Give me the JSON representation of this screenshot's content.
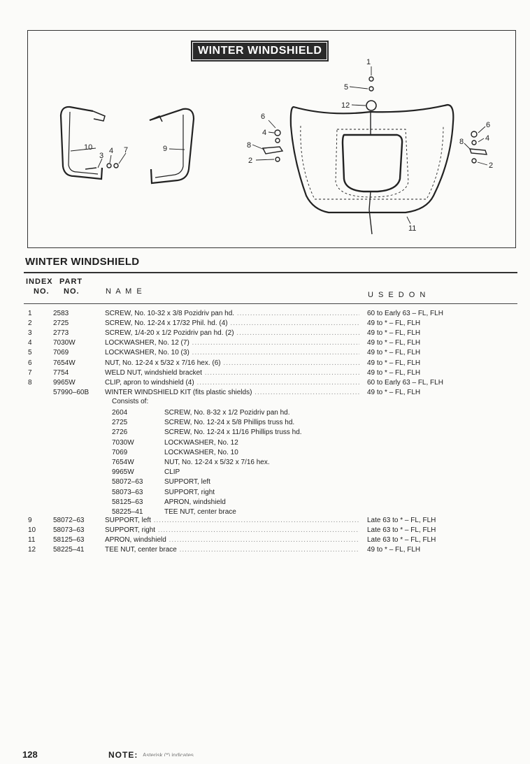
{
  "figure": {
    "title": "WINTER WINDSHIELD",
    "callouts": [
      "1",
      "5",
      "12",
      "6",
      "4",
      "8",
      "2",
      "10",
      "3",
      "4",
      "7",
      "9",
      "6",
      "8",
      "4",
      "2",
      "11"
    ]
  },
  "section_title": "WINTER WINDSHIELD",
  "header": {
    "index": "INDEX",
    "no1": "NO.",
    "part": "PART",
    "no2": "NO.",
    "name": "N A M E",
    "used": "U S E D   O N"
  },
  "rows": [
    {
      "idx": "1",
      "part": "2583",
      "name": "SCREW, No. 10-32 x 3/8 Pozidriv pan hd.",
      "used": "60 to Early 63 – FL, FLH"
    },
    {
      "idx": "2",
      "part": "2725",
      "name": "SCREW, No. 12-24 x 17/32 Phil. hd. (4)",
      "used": "49 to * – FL, FLH"
    },
    {
      "idx": "3",
      "part": "2773",
      "name": "SCREW, 1/4-20 x 1/2 Pozidriv pan hd. (2)",
      "used": "49 to * – FL, FLH"
    },
    {
      "idx": "4",
      "part": "7030W",
      "name": "LOCKWASHER, No. 12 (7)",
      "used": "49 to * – FL, FLH"
    },
    {
      "idx": "5",
      "part": "7069",
      "name": "LOCKWASHER, No. 10 (3)",
      "used": "49 to * – FL, FLH"
    },
    {
      "idx": "6",
      "part": "7654W",
      "name": "NUT, No. 12-24 x 5/32 x 7/16 hex. (6)",
      "used": "49 to * – FL, FLH"
    },
    {
      "idx": "7",
      "part": "7754",
      "name": "WELD NUT, windshield bracket",
      "used": "49 to * – FL, FLH"
    },
    {
      "idx": "8",
      "part": "9965W",
      "name": "CLIP, apron to windshield (4)",
      "used": "60 to Early 63 – FL, FLH"
    },
    {
      "idx": "",
      "part": "57990–60B",
      "name": "WINTER WINDSHIELD KIT (fits plastic shields)",
      "used": "49 to * – FL, FLH"
    }
  ],
  "consists_of": "Consists of:",
  "kit_items": [
    {
      "part": "2604",
      "name": "SCREW, No. 8-32 x 1/2 Pozidriv pan hd."
    },
    {
      "part": "2725",
      "name": "SCREW, No. 12-24 x 5/8 Phillips truss hd."
    },
    {
      "part": "2726",
      "name": "SCREW, No. 12-24 x 11/16 Phillips truss hd."
    },
    {
      "part": "7030W",
      "name": "LOCKWASHER, No. 12"
    },
    {
      "part": "7069",
      "name": "LOCKWASHER, No. 10"
    },
    {
      "part": "7654W",
      "name": "NUT, No. 12-24 x 5/32 x 7/16 hex."
    },
    {
      "part": "9965W",
      "name": "CLIP"
    },
    {
      "part": "58072–63",
      "name": "SUPPORT, left"
    },
    {
      "part": "58073–63",
      "name": "SUPPORT, right"
    },
    {
      "part": "58125–63",
      "name": "APRON, windshield"
    },
    {
      "part": "58225–41",
      "name": "TEE NUT, center brace"
    }
  ],
  "rows2": [
    {
      "idx": "9",
      "part": "58072–63",
      "name": "SUPPORT, left",
      "used": "Late 63 to * – FL, FLH"
    },
    {
      "idx": "10",
      "part": "58073–63",
      "name": "SUPPORT, right",
      "used": "Late 63 to * – FL, FLH"
    },
    {
      "idx": "11",
      "part": "58125–63",
      "name": "APRON, windshield",
      "used": "Late 63 to * – FL, FLH"
    },
    {
      "idx": "12",
      "part": "58225–41",
      "name": "TEE NUT, center brace",
      "used": "49 to * – FL, FLH"
    }
  ],
  "page_number": "128",
  "note_label": "NOTE:",
  "note_text": "Asterisk (*) indicates"
}
